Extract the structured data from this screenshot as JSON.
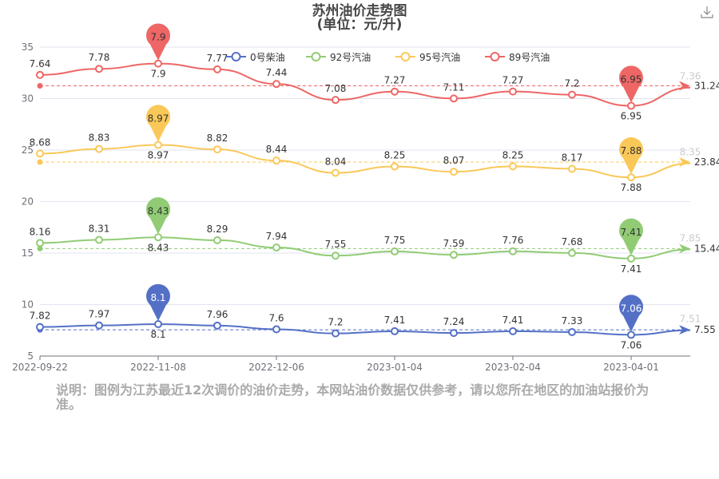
{
  "chart_data": {
    "type": "line",
    "stacked": true,
    "title": "苏州油价走势图",
    "subtitle": "(单位：元/升)",
    "x_tick_labels": [
      "2022-09-22",
      "2022-11-08",
      "2022-12-06",
      "2023-01-04",
      "2023-02-04",
      "2023-04-01"
    ],
    "x_tick_indices": [
      0,
      2,
      4,
      6,
      8,
      10
    ],
    "point_count": 12,
    "yaxis": {
      "min": 5,
      "max": 35,
      "ticks": [
        5,
        10,
        15,
        20,
        25,
        30,
        35
      ]
    },
    "grid": true,
    "legend_position": "top-center",
    "series": [
      {
        "name": "0号柴油",
        "color": "#5470c6",
        "values": [
          7.82,
          7.97,
          8.1,
          7.96,
          7.6,
          7.2,
          7.41,
          7.24,
          7.41,
          7.33,
          7.06,
          7.51
        ],
        "max_pin": "8.1",
        "min_pin": "7.06",
        "average_line": "7.55"
      },
      {
        "name": "92号汽油",
        "color": "#91cc75",
        "values": [
          8.16,
          8.31,
          8.43,
          8.29,
          7.94,
          7.55,
          7.75,
          7.59,
          7.76,
          7.68,
          7.41,
          7.85
        ],
        "max_pin": "8.43",
        "min_pin": "7.41",
        "average_line": "15.44"
      },
      {
        "name": "95号汽油",
        "color": "#fac858",
        "values": [
          8.68,
          8.83,
          8.97,
          8.82,
          8.44,
          8.04,
          8.25,
          8.07,
          8.25,
          8.17,
          7.88,
          8.35
        ],
        "max_pin": "8.97",
        "min_pin": "7.88",
        "average_line": "23.84"
      },
      {
        "name": "89号汽油",
        "color": "#ee6666",
        "values": [
          7.64,
          7.78,
          7.9,
          7.77,
          7.44,
          7.08,
          7.27,
          7.11,
          7.27,
          7.2,
          6.95,
          7.36
        ],
        "max_pin": "7.9",
        "min_pin": "6.95",
        "average_line": "31.24"
      }
    ]
  },
  "note": "说明：图例为江苏最近12次调价的油价走势，本网站油价数据仅供参考，请以您所在地区的加油站报价为准。",
  "icons": {
    "download": "download-icon"
  }
}
